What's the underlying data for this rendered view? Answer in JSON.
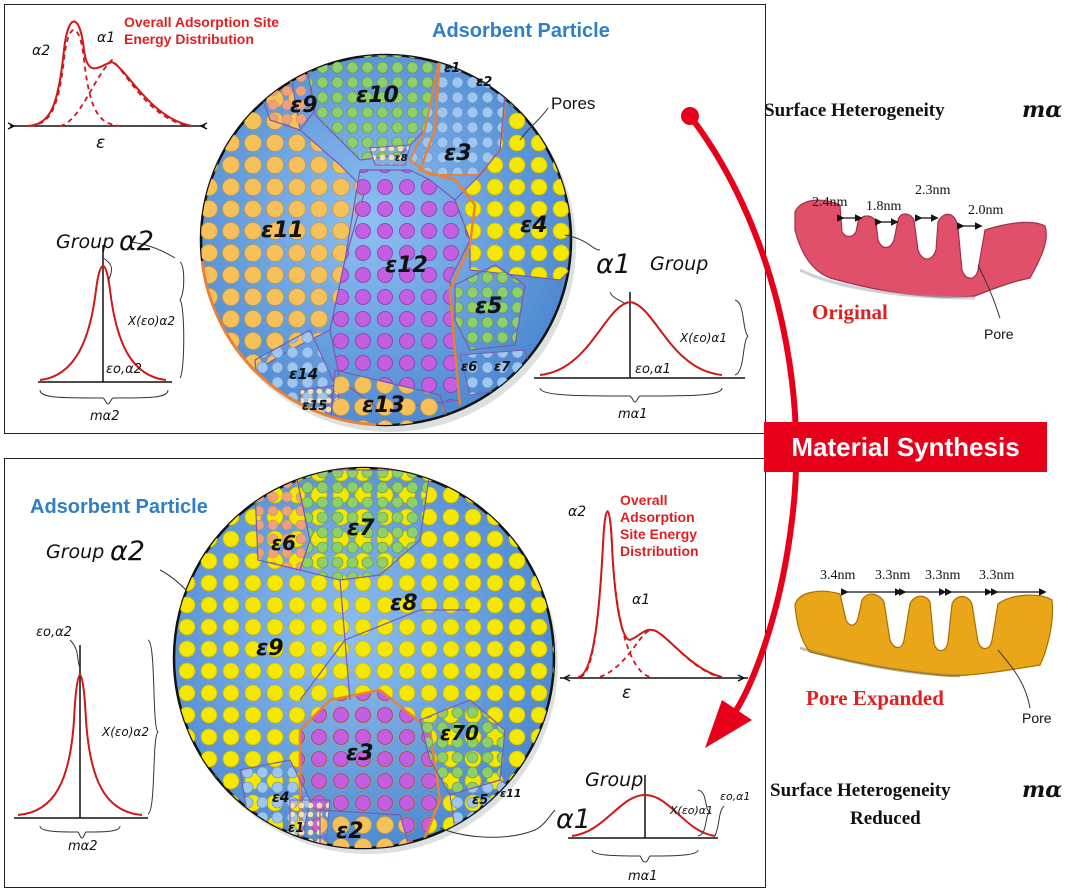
{
  "top": {
    "title": "Adsorbent Particle",
    "dist_title": "Overall Adsorption Site\nEnergy Distribution",
    "pores_label": "Pores",
    "group_word": "Group",
    "alpha1": "α1",
    "alpha2": "α2",
    "eps": "ε",
    "x_a2": "X(εo)α2",
    "x_a1": "X(εo)α1",
    "eo_a2": "εo,α2",
    "eo_a1": "εo,α1",
    "m_a2": "mα2",
    "m_a1": "mα1",
    "regions": [
      "ε1",
      "ε2",
      "ε3",
      "ε4",
      "ε5",
      "ε6",
      "ε7",
      "ε8",
      "ε9",
      "ε10",
      "ε11",
      "ε12",
      "ε13",
      "ε14",
      "ε15"
    ]
  },
  "bottom": {
    "title": "Adsorbent Particle",
    "dist_title": "Overall\nAdsorption\nSite Energy\nDistribution",
    "group_word": "Group",
    "alpha1": "α1",
    "alpha2": "α2",
    "eps": "ε",
    "x_a2": "X(εo)α2",
    "x_a1": "X(εo)α1",
    "eo_a2": "εo,α2",
    "eo_a1": "εo,α1",
    "m_a2": "mα2",
    "m_a1": "mα1",
    "regions": [
      "ε1",
      "ε2",
      "ε3",
      "ε4",
      "ε5",
      "ε6",
      "ε7",
      "ε8",
      "ε9",
      "ε11",
      "ε70"
    ]
  },
  "right": {
    "surface_het": "Surface Heterogeneity",
    "m_alpha": "mα",
    "synthesis": "Material Synthesis",
    "original": "Original",
    "pore_expanded": "Pore Expanded",
    "pore": "Pore",
    "reduced": "Reduced",
    "orig_widths": [
      "2.4nm",
      "1.8nm",
      "2.3nm",
      "2.0nm"
    ],
    "exp_widths": [
      "3.4nm",
      "3.3nm",
      "3.3nm",
      "3.3nm"
    ]
  },
  "colors": {
    "particle_blue": "#6aa6e6",
    "orange_border": "#e8823a",
    "yellow_site": "#f5e800",
    "tan_site": "#f6c15a",
    "magenta_site": "#c35fe0",
    "green_site": "#8fcf6a",
    "red_accent": "#e8001a",
    "pink_material": "#e0506a",
    "gold_material": "#e8a618"
  }
}
